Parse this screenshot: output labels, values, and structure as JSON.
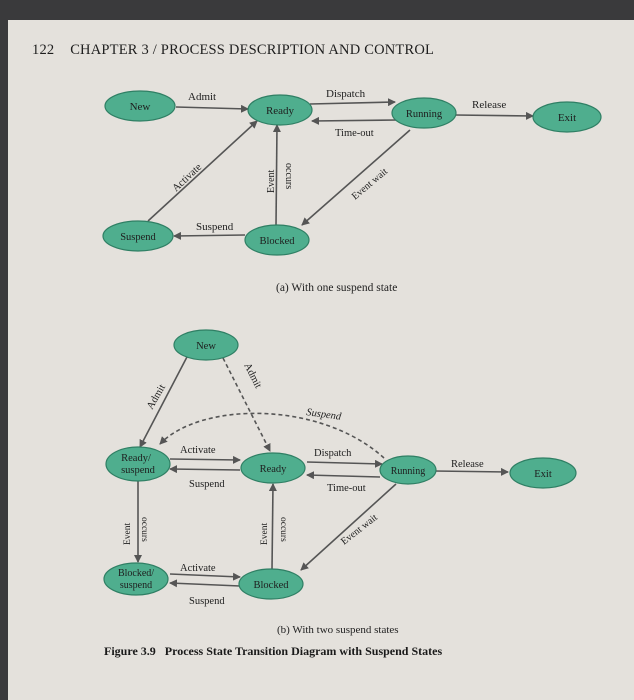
{
  "header": {
    "page_number": "122",
    "chapter": "CHAPTER 3 / PROCESS DESCRIPTION AND CONTROL"
  },
  "diagram_a": {
    "states": {
      "new": "New",
      "ready": "Ready",
      "running": "Running",
      "exit": "Exit",
      "suspend": "Suspend",
      "blocked": "Blocked"
    },
    "transitions": {
      "admit": "Admit",
      "dispatch": "Dispatch",
      "release": "Release",
      "timeout": "Time-out",
      "event_wait": "Event wait",
      "event_occurs_1": "Event",
      "event_occurs_2": "occurs",
      "activate": "Activate",
      "suspend": "Suspend"
    },
    "caption": "(a) With one suspend state"
  },
  "diagram_b": {
    "states": {
      "new": "New",
      "ready_suspend_1": "Ready/",
      "ready_suspend_2": "suspend",
      "ready": "Ready",
      "running": "Running",
      "exit": "Exit",
      "blocked_suspend_1": "Blocked/",
      "blocked_suspend_2": "suspend",
      "blocked": "Blocked"
    },
    "transitions": {
      "admit_left": "Admit",
      "admit_right": "Admit",
      "suspend_top": "Suspend",
      "activate_top": "Activate",
      "suspend_mid": "Suspend",
      "dispatch": "Dispatch",
      "release": "Release",
      "timeout": "Time-out",
      "event_wait": "Event wait",
      "event_occurs_left_1": "Event",
      "event_occurs_left_2": "occurs",
      "event_occurs_mid_1": "Event",
      "event_occurs_mid_2": "occurs",
      "activate_bottom": "Activate",
      "suspend_bottom": "Suspend"
    },
    "caption": "(b) With two suspend states"
  },
  "figure": {
    "label": "Figure 3.9",
    "title": "Process State Transition Diagram with Suspend States"
  },
  "colors": {
    "node_fill": "#4fae8e",
    "node_stroke": "#2f7f64",
    "arrow": "#555555",
    "text": "#1e1e1e"
  }
}
